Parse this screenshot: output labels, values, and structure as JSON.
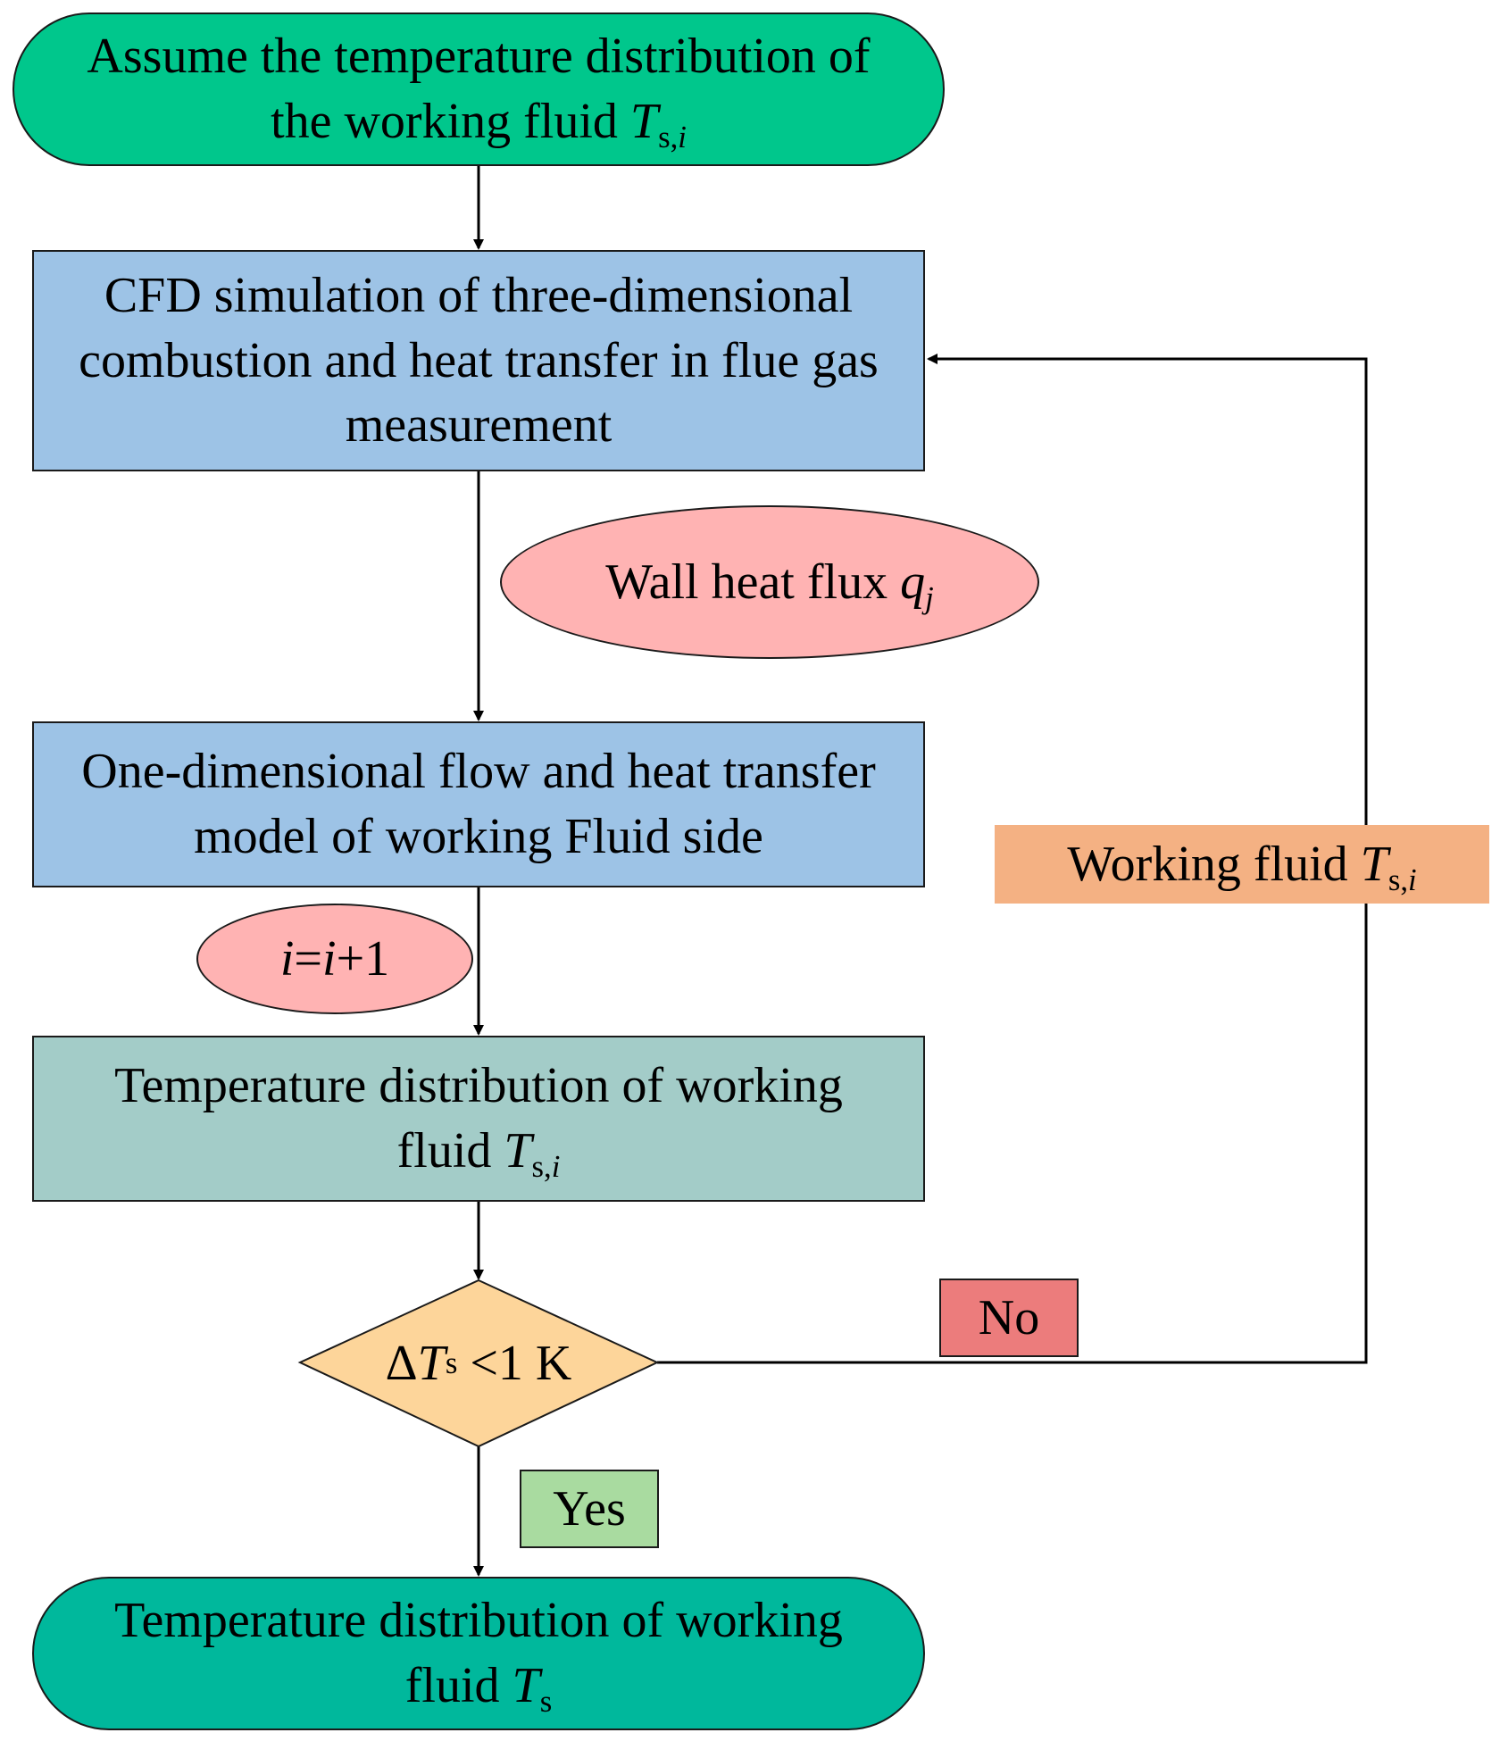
{
  "nodes": {
    "start": {
      "line1": "Assume the temperature distribution of",
      "line2": "the working fluid",
      "var": "T",
      "sub": "s,",
      "sub_italic": "i"
    },
    "cfd": {
      "line1": "CFD simulation of three-dimensional",
      "line2": "combustion and heat transfer in flue gas",
      "line3": "measurement"
    },
    "wall_flux": {
      "text": "Wall heat flux",
      "var": "q",
      "sub": "j"
    },
    "one_dim": {
      "line1": "One-dimensional flow and heat transfer",
      "line2": "model of working Fluid side"
    },
    "iteration": {
      "var1": "i",
      "mid": "=",
      "var2": "i",
      "rest": "+1"
    },
    "temp_dist": {
      "line1": "Temperature distribution of working",
      "line2": "fluid",
      "var": "T",
      "sub": "s,",
      "sub_italic": "i"
    },
    "decision": {
      "prefix": "Δ",
      "var": "T",
      "sub": "s",
      "rest": " <1 K"
    },
    "working_fluid": {
      "text": "Working fluid",
      "var": "T",
      "sub": "s,",
      "sub_italic": "i"
    },
    "no": {
      "text": "No"
    },
    "yes": {
      "text": "Yes"
    },
    "end": {
      "line1": "Temperature distribution of working",
      "line2": "fluid",
      "var": "T",
      "sub": "s"
    }
  },
  "colors": {
    "start": "#00c78c",
    "process_blue": "#9dc3e6",
    "ellipse_pink": "#ffb3b3",
    "temp_box": "#a3ccc8",
    "decision": "#fdd59a",
    "working_fluid_label": "#f4b183",
    "no_label": "#ec7c7c",
    "yes_label": "#a9dba0",
    "end": "#00b89c"
  }
}
